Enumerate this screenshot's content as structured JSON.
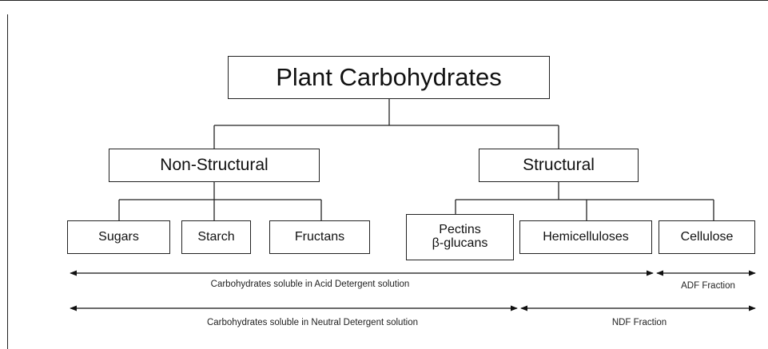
{
  "title": "Plant Carbohydrates",
  "categories": {
    "non_structural": "Non-Structural",
    "structural": "Structural"
  },
  "leaves": {
    "sugars": "Sugars",
    "starch": "Starch",
    "fructans": "Fructans",
    "pectins_line1": "Pectins",
    "pectins_line2": "β-glucans",
    "hemicelluloses": "Hemicelluloses",
    "cellulose": "Cellulose"
  },
  "ranges": {
    "acid_soluble": "Carbohydrates soluble in Acid Detergent solution",
    "adf": "ADF Fraction",
    "neutral_soluble": "Carbohydrates soluble in Neutral Detergent solution",
    "ndf": "NDF Fraction"
  }
}
